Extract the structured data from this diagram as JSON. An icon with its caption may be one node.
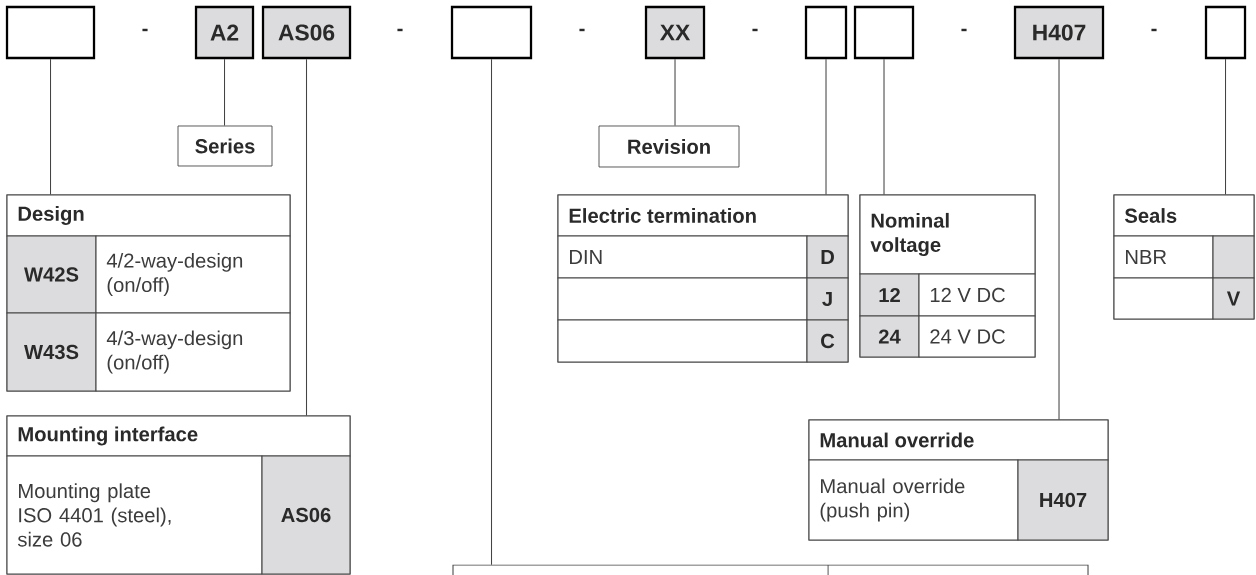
{
  "diagram": {
    "nodes": [
      {
        "text": [],
        "shape": "box"
      },
      {
        "text": [
          "A2"
        ]
      },
      {
        "text": [
          "AS06"
        ]
      },
      {
        "text": [],
        "shape": "box"
      },
      {
        "text": [
          "XX"
        ]
      },
      {
        "text": [],
        "shape": "box"
      },
      {
        "text": [],
        "shape": "box"
      },
      {
        "text": [
          "H407"
        ]
      },
      {
        "text": [],
        "shape": "box"
      },
      {
        "text": [
          "Series"
        ]
      },
      {
        "text": [
          "Revision"
        ]
      },
      {
        "text": [
          "Design",
          "W42S",
          "4/2-way-design (on/off)",
          "W43S",
          "4/3-way-design (on/off)"
        ]
      },
      {
        "text": [
          "Mounting interface",
          "Mounting plate ISO 4401 (steel), size 06",
          "AS06"
        ]
      },
      {
        "text": [
          "Electric termination",
          "DIN",
          "D",
          "J",
          "C"
        ]
      },
      {
        "text": [
          "Nominal voltage",
          "12",
          "12 V DC",
          "24",
          "24 V DC"
        ]
      },
      {
        "text": [
          "Seals",
          "NBR",
          "V"
        ]
      },
      {
        "text": [
          "Manual override",
          "Manual override (push pin)",
          "H407"
        ]
      },
      {
        "text": [],
        "shape": "box"
      }
    ],
    "edges": [
      {
        "from": 0,
        "to": 11,
        "arrow": "none"
      },
      {
        "from": 1,
        "to": 9,
        "arrow": "none"
      },
      {
        "from": 2,
        "to": 12,
        "arrow": "none"
      },
      {
        "from": 3,
        "to": 17,
        "arrow": "none"
      },
      {
        "from": 4,
        "to": 10,
        "arrow": "none"
      },
      {
        "from": 5,
        "to": 13,
        "arrow": "none"
      },
      {
        "from": 6,
        "to": 14,
        "arrow": "none"
      },
      {
        "from": 7,
        "to": 16,
        "arrow": "none"
      },
      {
        "from": 8,
        "to": 15,
        "arrow": "none"
      }
    ],
    "labels": [
      "-",
      "-",
      "-",
      "-",
      "-",
      "-"
    ]
  }
}
